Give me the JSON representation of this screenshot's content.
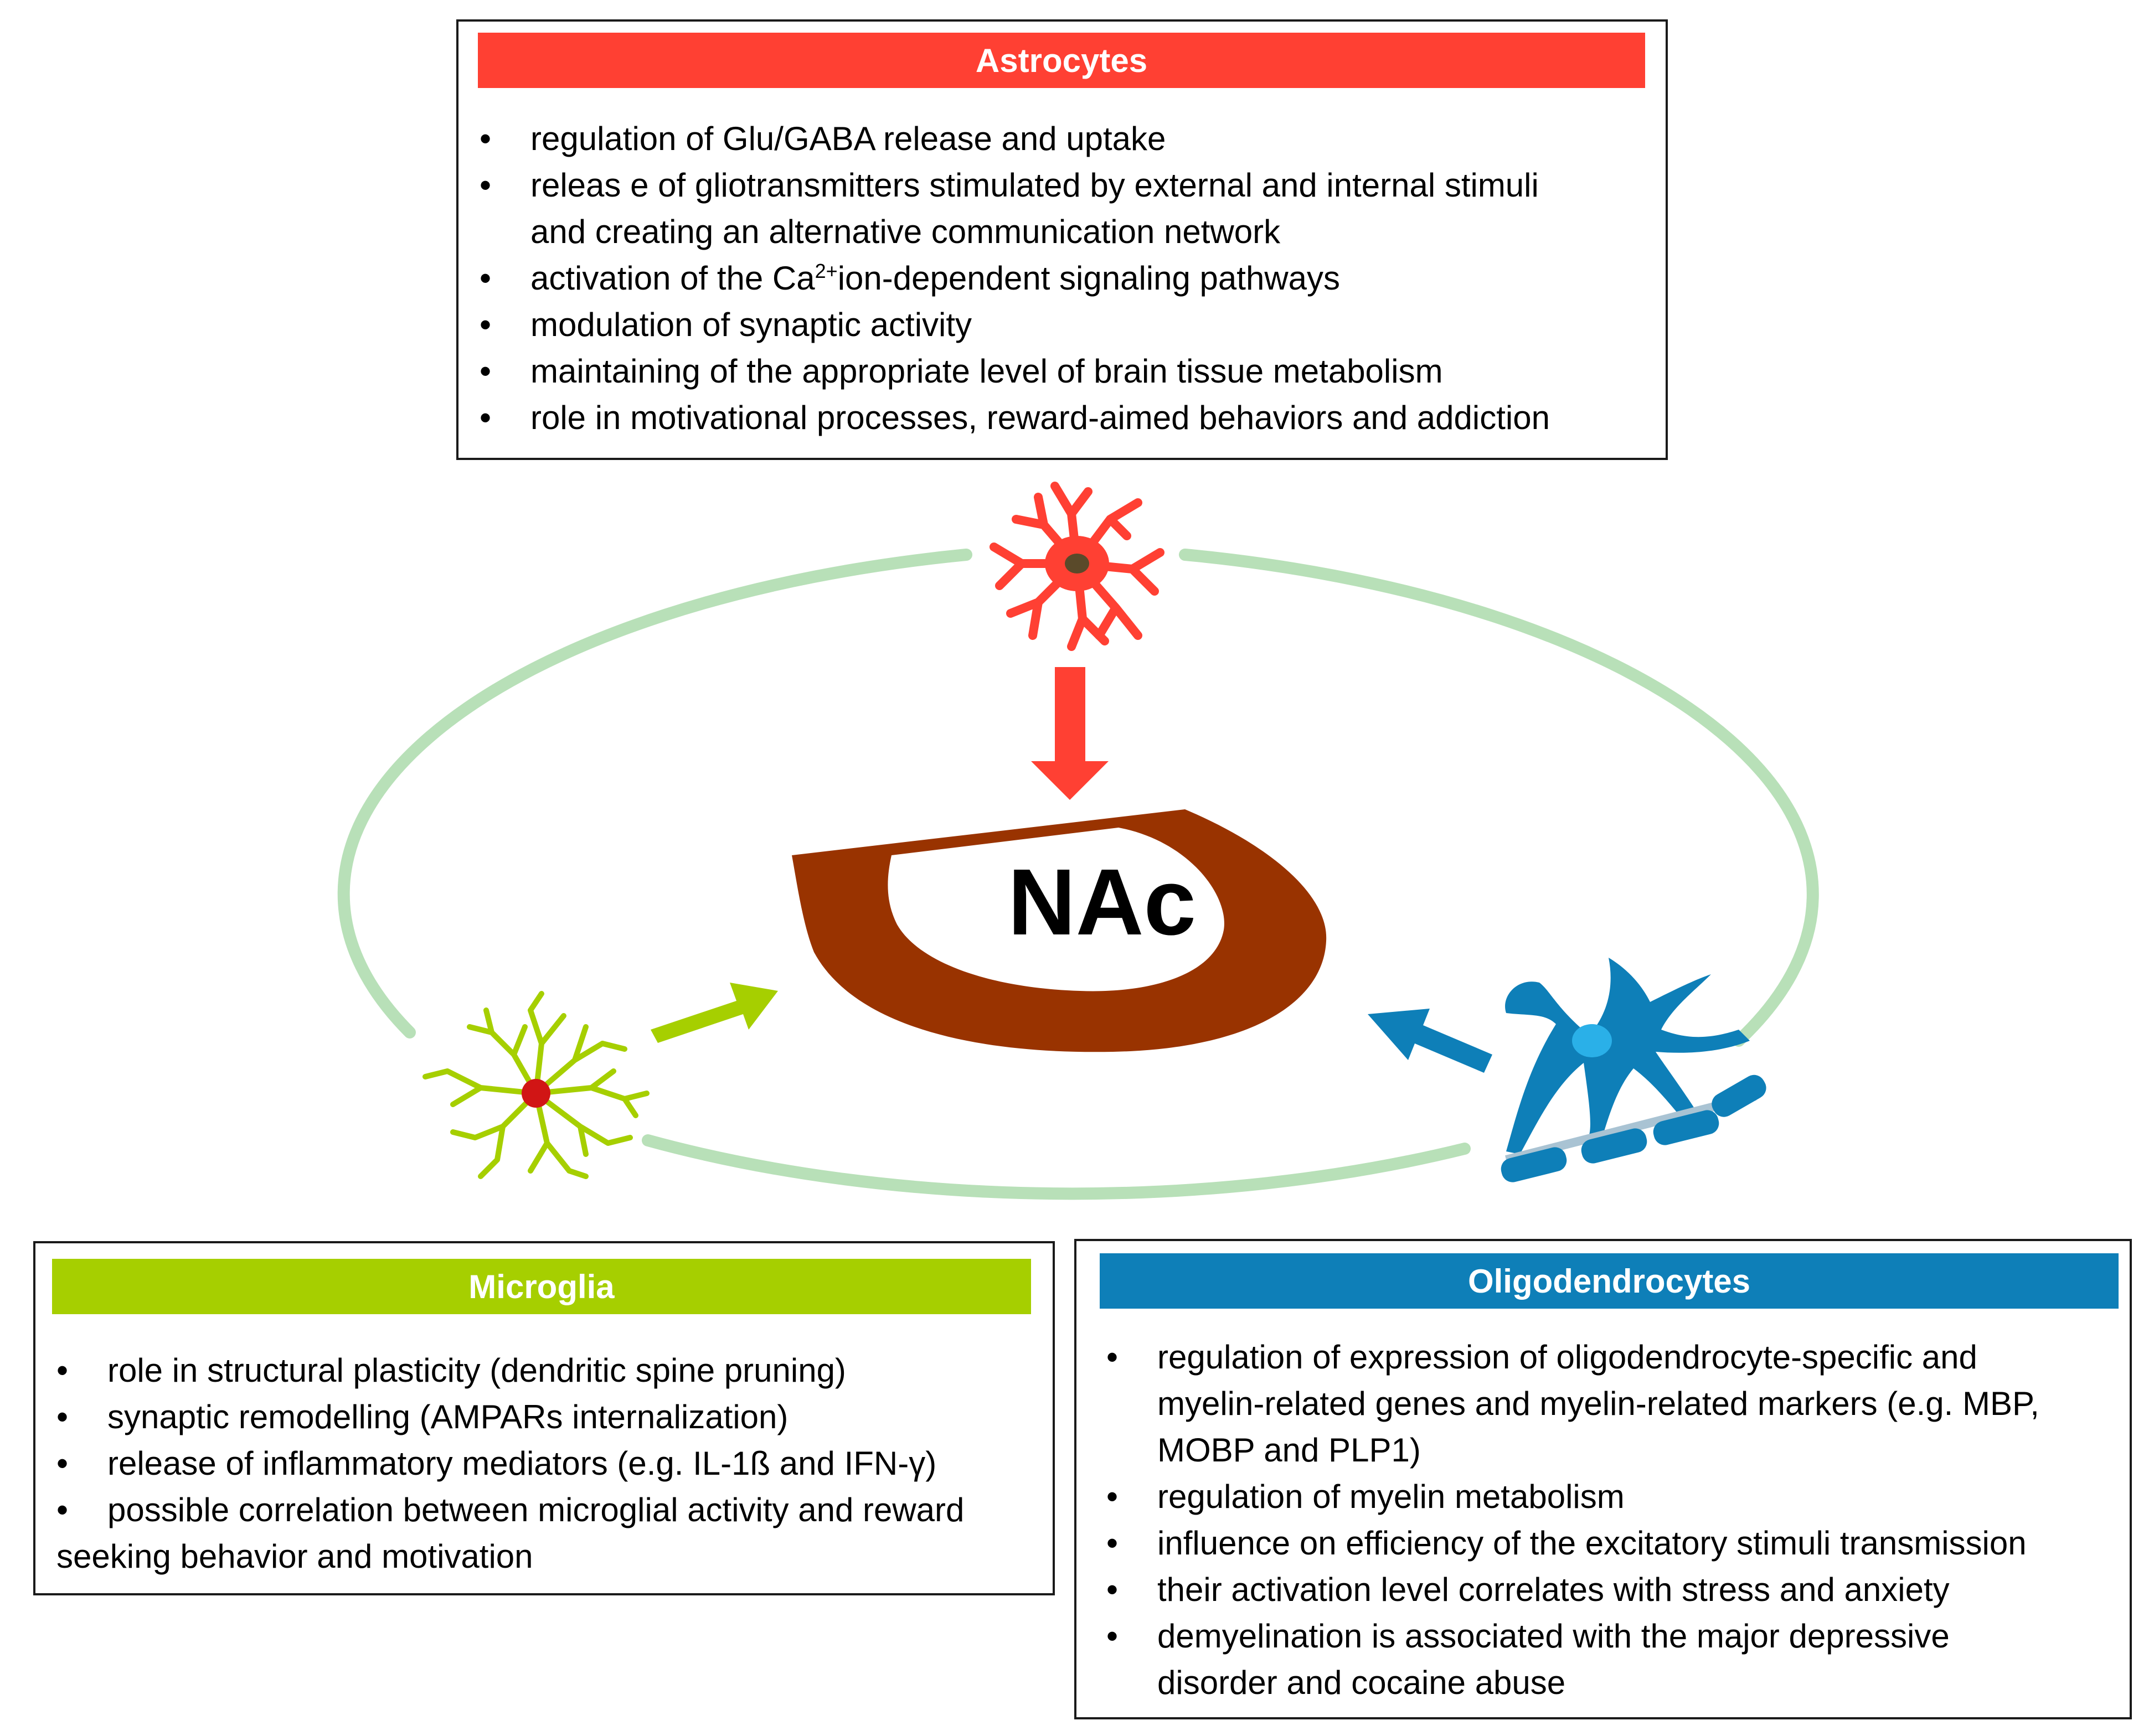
{
  "colors": {
    "astrocytes": "#ff4033",
    "microglia": "#a6cf00",
    "oligodendrocytes": "#0e7fb8",
    "nac_brown": "#993300",
    "cycle_ring": "#b8e0b8"
  },
  "astrocytes": {
    "title": "Astrocytes",
    "items": [
      {
        "text": "regulation of Glu/GABA release and uptake"
      },
      {
        "text": "releas e of gliotransmitters stimulated by external and internal stimuli",
        "cont": " and creating an alternative communication network"
      },
      {
        "pre": "activation of the Ca",
        "sup": "2+",
        "post": "ion-dependent signaling pathways"
      },
      {
        "text": "modulation of synaptic activity"
      },
      {
        "text": "maintaining of the appropriate level of brain tissue metabolism"
      },
      {
        "text": "role in motivational processes, reward-aimed behaviors and addiction"
      }
    ]
  },
  "microglia": {
    "title": "Microglia",
    "items": [
      {
        "text": "role in structural plasticity (dendritic spine pruning)"
      },
      {
        "text": "synaptic remodelling (AMPARs internalization)"
      },
      {
        "text": "release of inflammatory mediators (e.g. IL-1ß and IFN-γ)"
      },
      {
        "text": "possible correlation between microglial activity and reward",
        "cont": "seeking behavior and motivation"
      }
    ]
  },
  "oligodendrocytes": {
    "title": "Oligodendrocytes",
    "items": [
      {
        "text": "regulation of expression of oligodendrocyte-specific and",
        "cont": "myelin-related genes and myelin-related markers (e.g. MBP,",
        "cont2": "MOBP and PLP1)"
      },
      {
        "text": "regulation of myelin metabolism"
      },
      {
        "text": "influence on efficiency of the excitatory stimuli transmission"
      },
      {
        "text": "their activation level correlates with stress and anxiety"
      },
      {
        "text": "demyelination is associated with the major depressive",
        "cont": "disorder and cocaine abuse"
      }
    ]
  },
  "center": {
    "label": "NAc"
  },
  "icons": {
    "astrocyte": "astrocyte-cell-icon",
    "microglia": "microglia-cell-icon",
    "oligodendrocyte": "oligodendrocyte-cell-icon"
  }
}
